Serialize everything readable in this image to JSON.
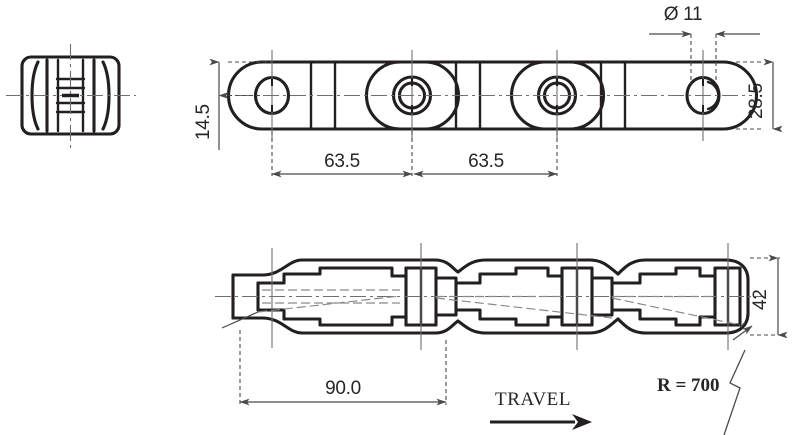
{
  "document": {
    "title": "Conveyor chain link technical drawing",
    "type": "engineering-drawing",
    "line_color": "#231f20",
    "dim_color": "#4a4a4e",
    "center_color": "#6f6f73",
    "background": "#ffffff"
  },
  "views": {
    "end_view": {
      "name": "end-view",
      "label": ""
    },
    "side_view": {
      "name": "side-elevation-view",
      "label": ""
    },
    "plan_view": {
      "name": "plan-view",
      "label": ""
    }
  },
  "dimensions": {
    "bore_diameter": "Ø 11",
    "plate_half_height": "14.5",
    "plate_height": "28.5",
    "pitch_1": "63.5",
    "pitch_2": "63.5",
    "link_length": "90.0",
    "overall_width": "42",
    "radius_note": "R = 700"
  },
  "annotations": {
    "travel_label": "TRAVEL",
    "travel_arrow": "arrow-right-icon"
  }
}
